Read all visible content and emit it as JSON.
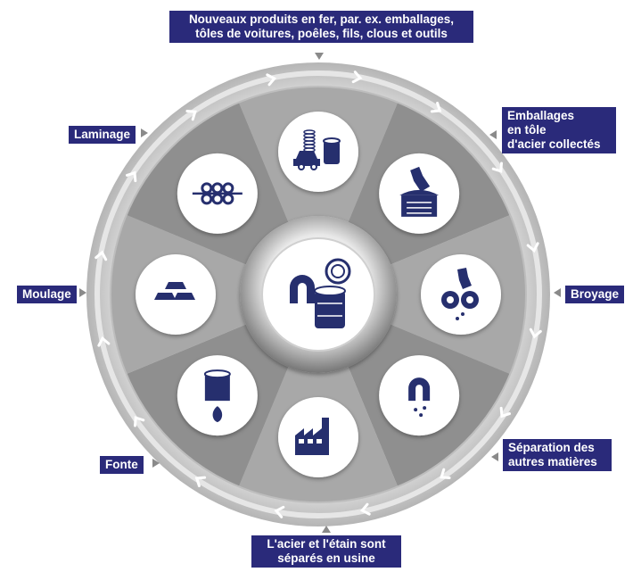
{
  "colors": {
    "label_bg": "#2a2a7a",
    "icon_navy": "#262f6e",
    "ring_light": "#cfcfcf",
    "segment_dark": "#8f8f8f",
    "segment_light": "#a8a8a8",
    "arrow_gray": "#8a8a8a"
  },
  "diagram": {
    "center_icon": "magnet-can-icon",
    "steps": [
      {
        "label": "Nouveaux produits en fer, par. ex. emballages,\ntôles de voitures, poêles, fils, clous et outils",
        "icon": "car-spring-can-icon"
      },
      {
        "label": "Emballages\nen tôle\nd'acier collectés",
        "icon": "collection-bin-icon"
      },
      {
        "label": "Broyage",
        "icon": "shredder-gears-icon"
      },
      {
        "label": "Séparation des\nautres matières",
        "icon": "magnet-separation-icon"
      },
      {
        "label": "L'acier et l'étain sont\nséparés en usine",
        "icon": "factory-icon"
      },
      {
        "label": "Fonte",
        "icon": "furnace-flame-icon"
      },
      {
        "label": "Moulage",
        "icon": "ingots-icon"
      },
      {
        "label": "Laminage",
        "icon": "rolling-mill-icon"
      }
    ]
  }
}
